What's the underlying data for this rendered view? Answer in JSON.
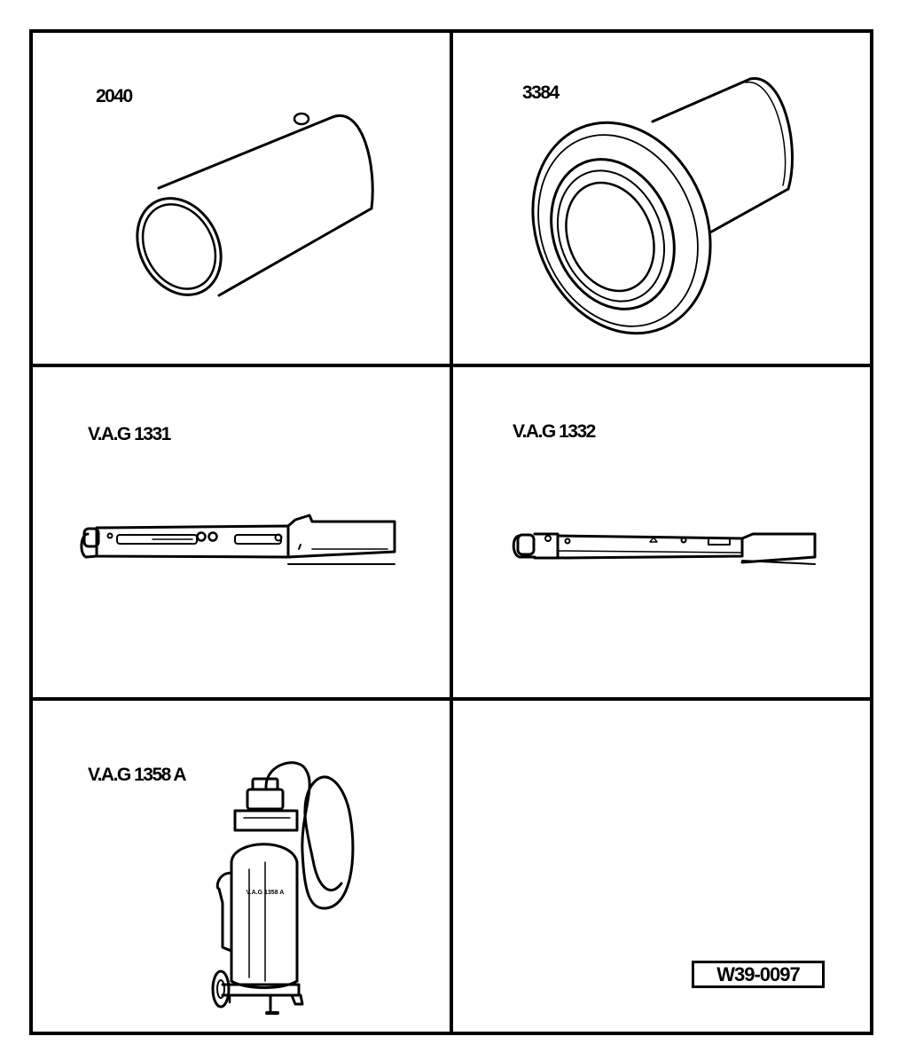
{
  "tools": [
    {
      "id": "2040",
      "label": "2040"
    },
    {
      "id": "3384",
      "label": "3384"
    },
    {
      "id": "vag1331",
      "label": "V.A.G 1331"
    },
    {
      "id": "vag1332",
      "label": "V.A.G 1332"
    },
    {
      "id": "vag1358a",
      "label": "V.A.G 1358 A",
      "tank_text": "V.A.G 1358 A"
    }
  ],
  "figure_ref": "W39-0097"
}
